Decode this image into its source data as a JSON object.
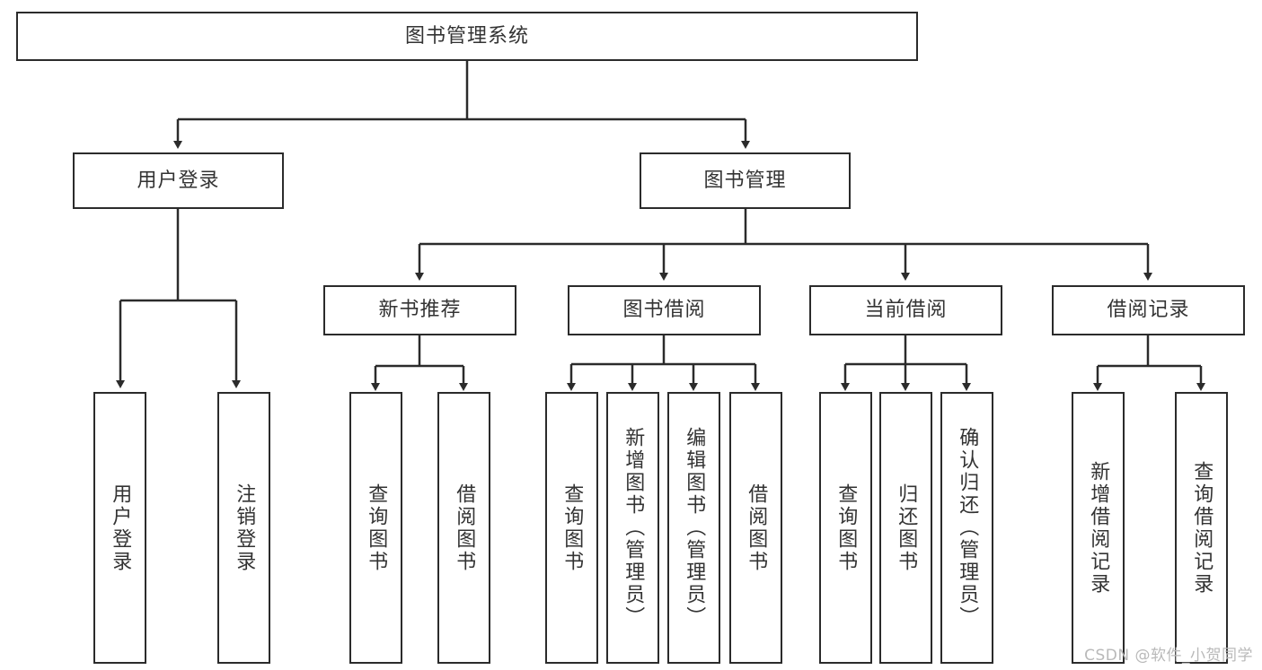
{
  "diagram": {
    "title": "图书管理系统",
    "watermark": "CSDN @软件_小贺同学",
    "root": {
      "label": "图书管理系统"
    },
    "level2": [
      {
        "id": "user-login",
        "label": "用户登录"
      },
      {
        "id": "book-management",
        "label": "图书管理"
      }
    ],
    "level3": [
      {
        "id": "new-book-recommend",
        "label": "新书推荐"
      },
      {
        "id": "book-borrow",
        "label": "图书借阅"
      },
      {
        "id": "current-borrow",
        "label": "当前借阅"
      },
      {
        "id": "borrow-record",
        "label": "借阅记录"
      }
    ],
    "leaves": {
      "user_login": [
        {
          "id": "leaf-user-login",
          "label": "用户登录"
        },
        {
          "id": "leaf-logout-login",
          "label": "注销登录"
        }
      ],
      "new_book_recommend": [
        {
          "id": "leaf-query-book-1",
          "label": "查询图书"
        },
        {
          "id": "leaf-borrow-book-1",
          "label": "借阅图书"
        }
      ],
      "book_borrow": [
        {
          "id": "leaf-query-book-2",
          "label": "查询图书"
        },
        {
          "id": "leaf-add-book-admin",
          "label": "新增图书（管理员）"
        },
        {
          "id": "leaf-edit-book-admin",
          "label": "编辑图书（管理员）"
        },
        {
          "id": "leaf-borrow-book-2",
          "label": "借阅图书"
        }
      ],
      "current_borrow": [
        {
          "id": "leaf-query-book-3",
          "label": "查询图书"
        },
        {
          "id": "leaf-return-book",
          "label": "归还图书"
        },
        {
          "id": "leaf-confirm-return-admin",
          "label": "确认归还（管理员）"
        }
      ],
      "borrow_record": [
        {
          "id": "leaf-add-borrow-record",
          "label": "新增借阅记录"
        },
        {
          "id": "leaf-query-borrow-record",
          "label": "查询借阅记录"
        }
      ]
    },
    "colors": {
      "stroke": "#2b2b2b",
      "text": "#333333",
      "background": "#ffffff",
      "watermark": "#b9b9b9"
    }
  }
}
